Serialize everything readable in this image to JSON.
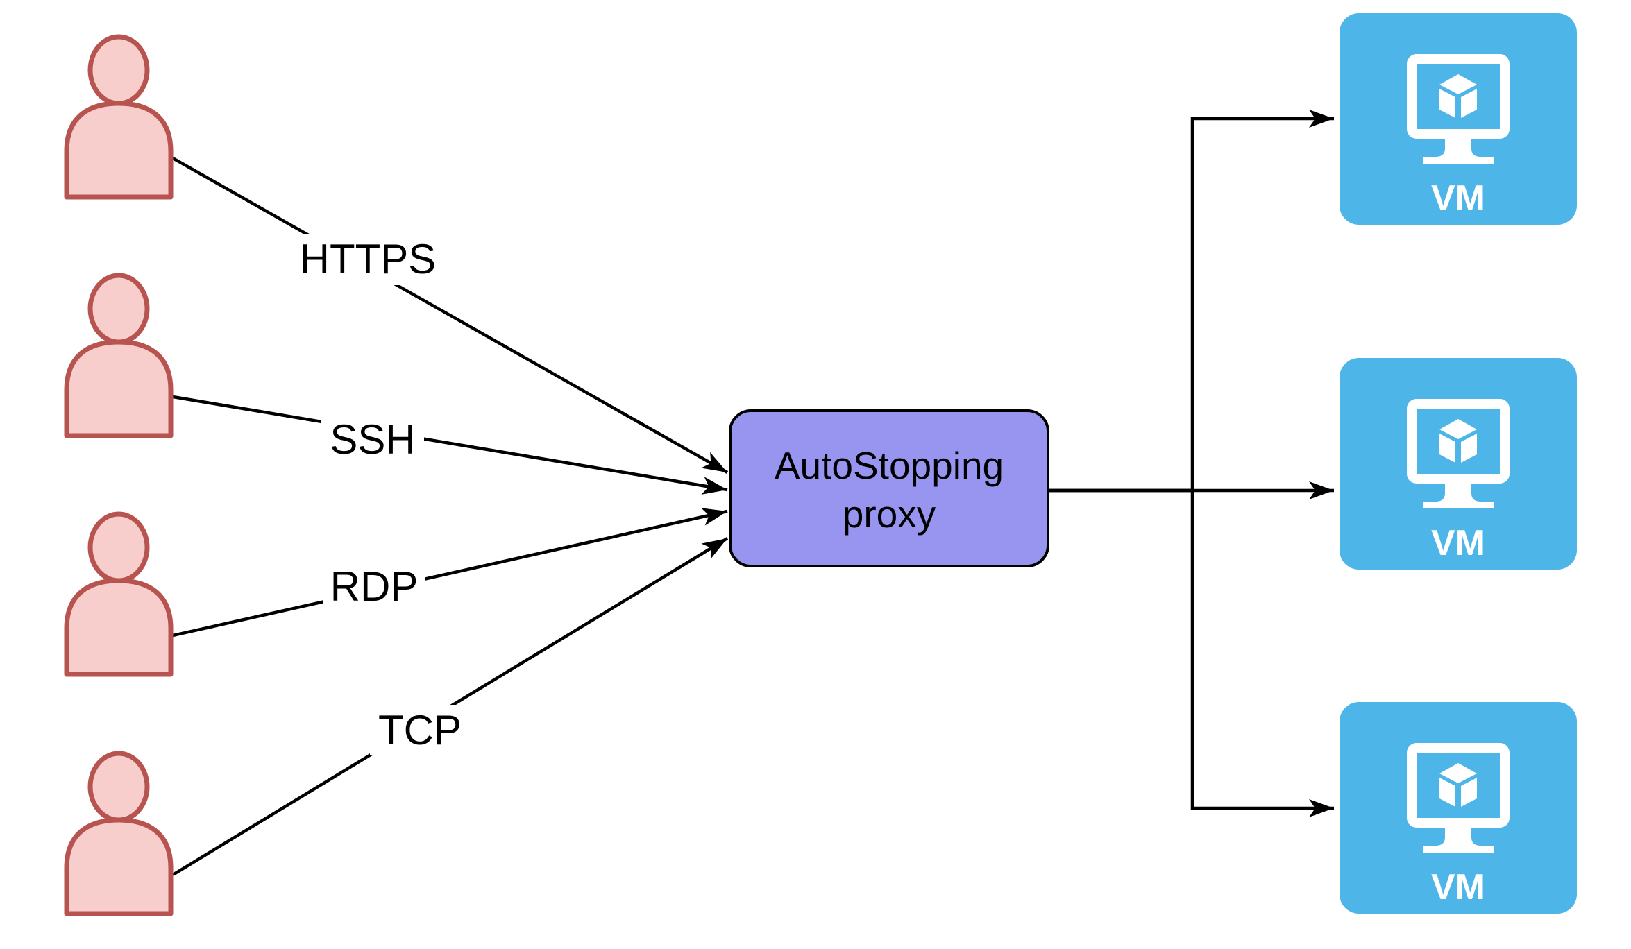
{
  "proxy": {
    "line1": "AutoStopping",
    "line2": "proxy",
    "fill": "#9895F0",
    "stroke": "#000000"
  },
  "protocols": [
    {
      "label": "HTTPS"
    },
    {
      "label": "SSH"
    },
    {
      "label": "RDP"
    },
    {
      "label": "TCP"
    }
  ],
  "users": [
    {
      "icon": "person-icon"
    },
    {
      "icon": "person-icon"
    },
    {
      "icon": "person-icon"
    },
    {
      "icon": "person-icon"
    }
  ],
  "vms": [
    {
      "label": "VM",
      "icon": "vm-monitor-cube-icon"
    },
    {
      "label": "VM",
      "icon": "vm-monitor-cube-icon"
    },
    {
      "label": "VM",
      "icon": "vm-monitor-cube-icon"
    }
  ],
  "colors": {
    "background": "#FFFFFF",
    "vm_fill": "#4EB5E8",
    "vm_icon": "#FFFFFF",
    "user_fill": "#F8CECC",
    "user_stroke": "#B85450",
    "connector": "#000000",
    "label_text": "#000000"
  }
}
